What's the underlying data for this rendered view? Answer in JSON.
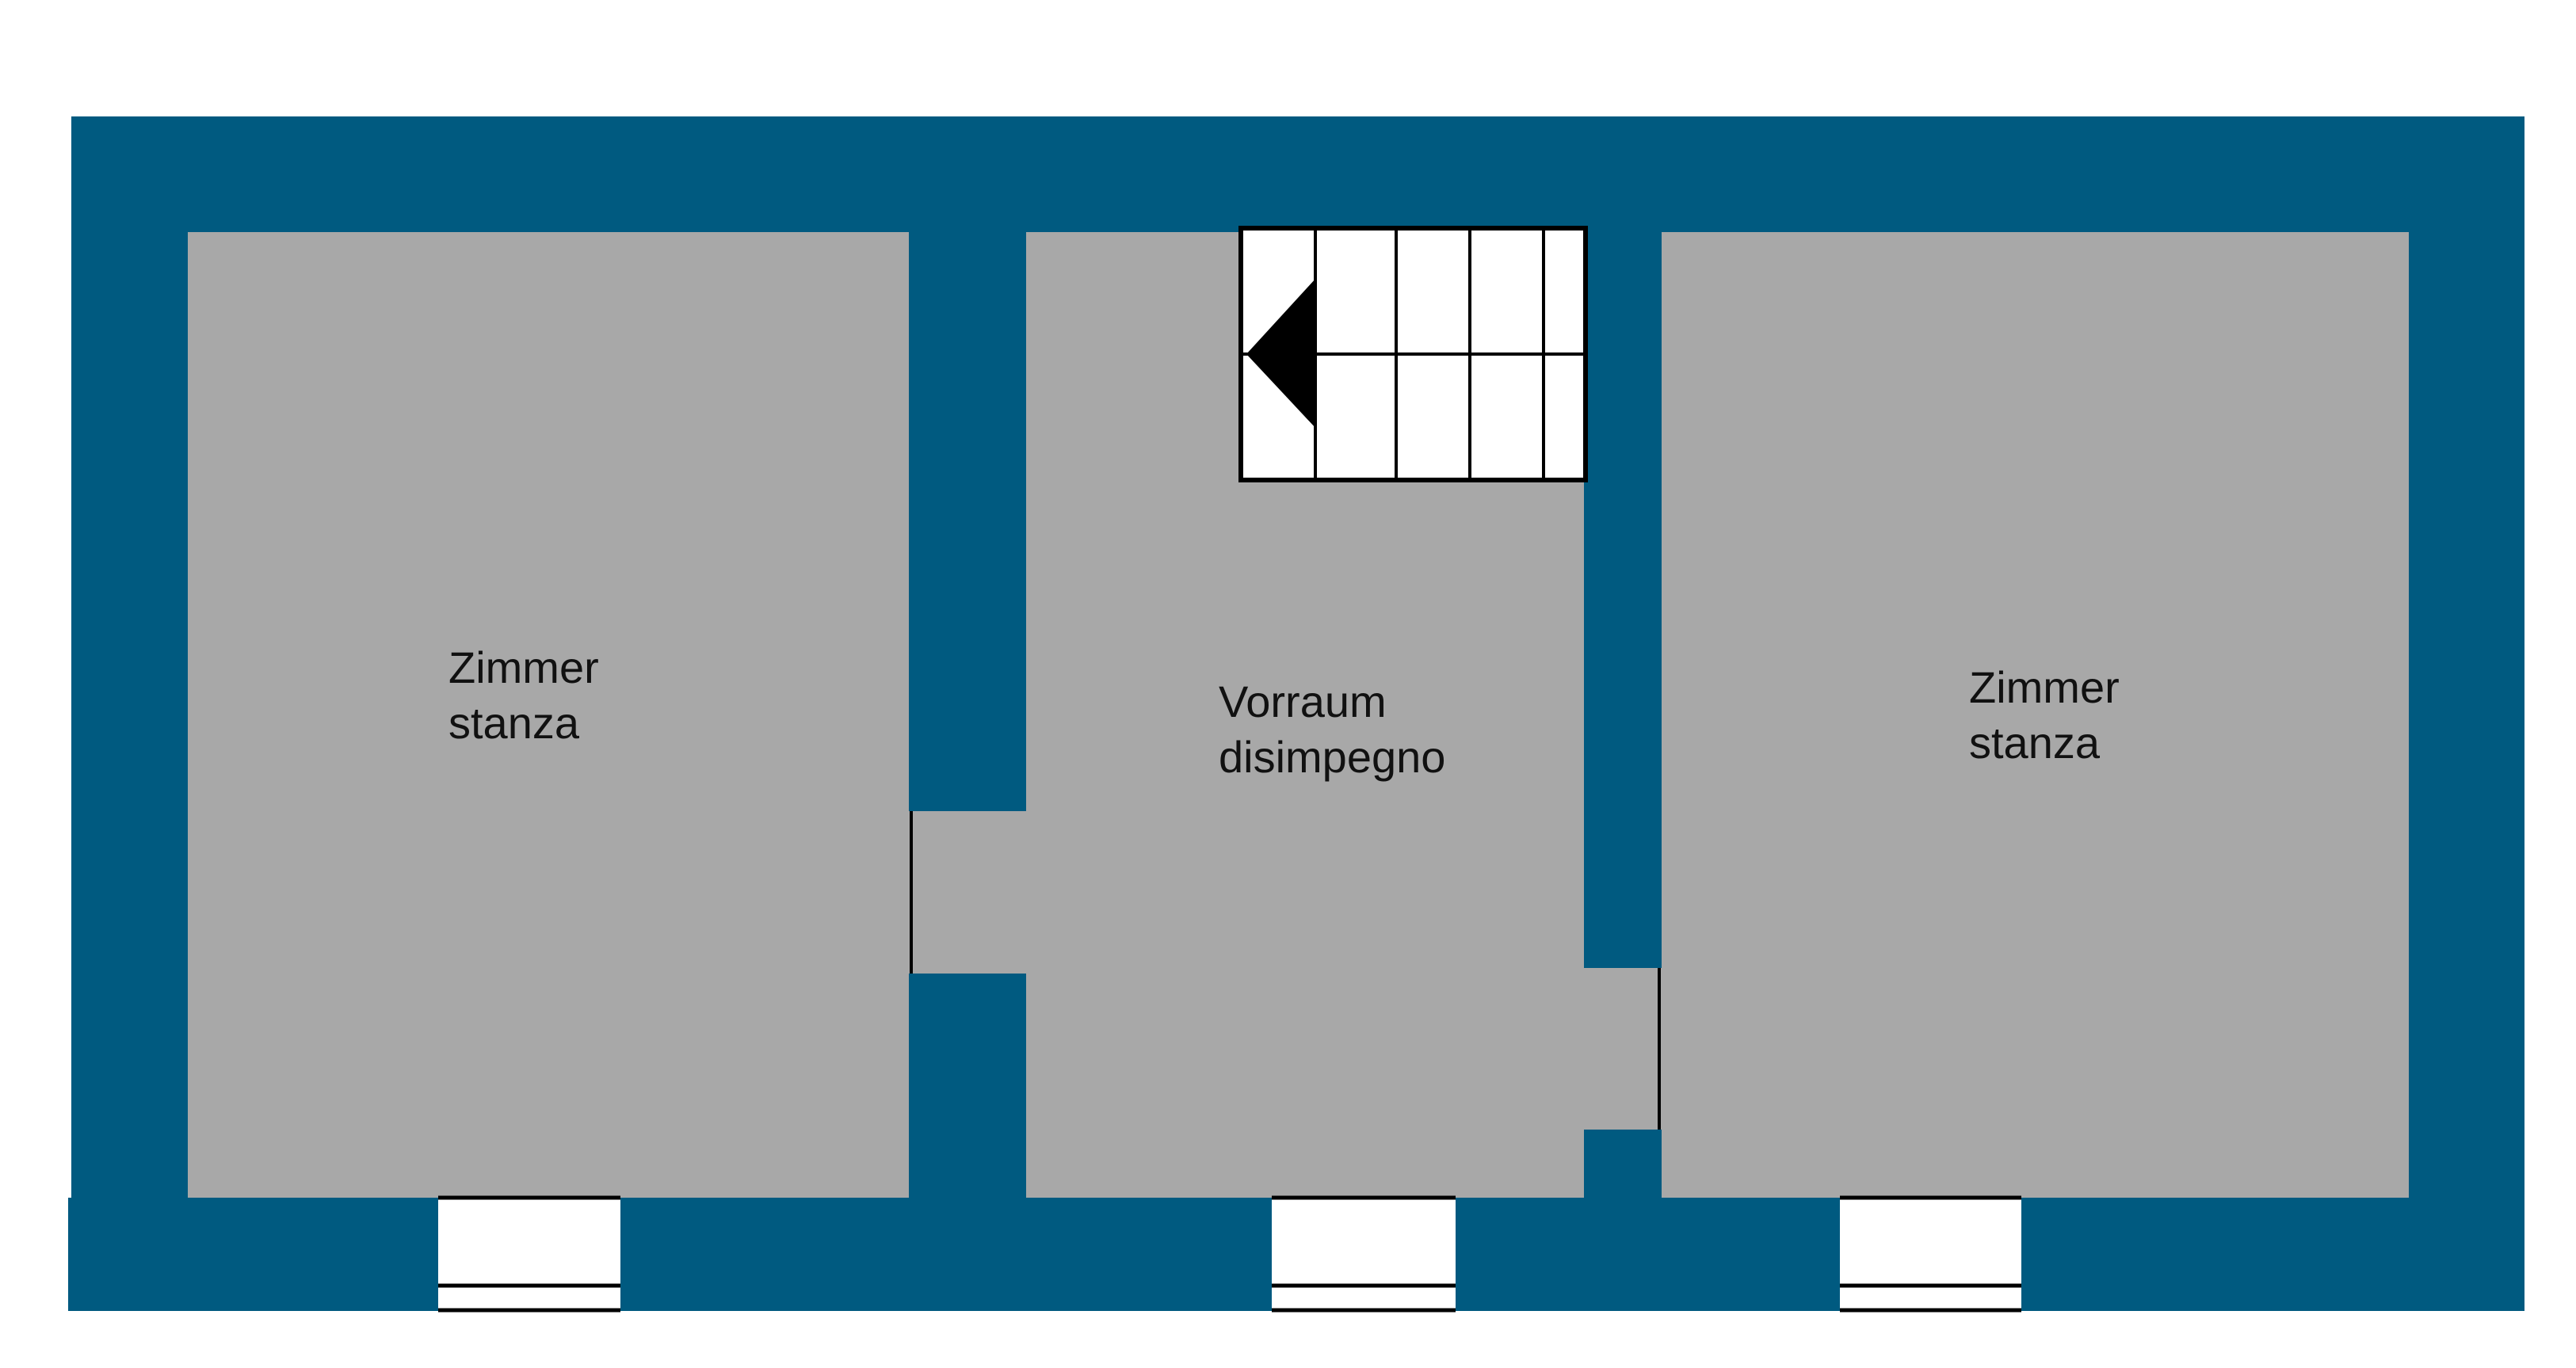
{
  "colors": {
    "wall": "#005a80",
    "floor": "#a8a8a8",
    "opening": "#ffffff",
    "line": "#000000",
    "text": "#111111",
    "background": "#ffffff"
  },
  "rooms": [
    {
      "id": "left",
      "name": "Zimmer",
      "name_it": "stanza"
    },
    {
      "id": "center",
      "name": "Vorraum",
      "name_it": "disimpegno"
    },
    {
      "id": "right",
      "name": "Zimmer",
      "name_it": "stanza"
    }
  ],
  "staircase": {
    "direction_icon": "arrow-left-icon"
  }
}
